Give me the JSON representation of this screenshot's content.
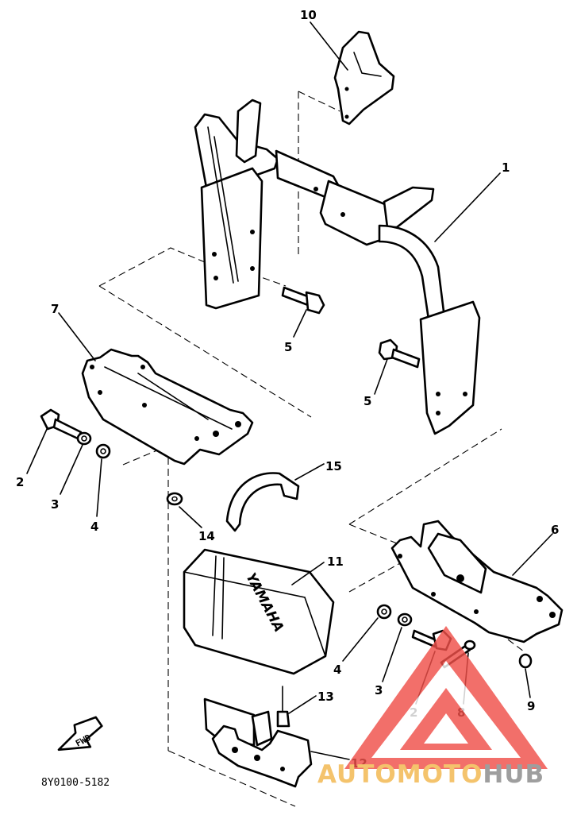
{
  "diagram": {
    "callouts": [
      "10",
      "1",
      "5",
      "5",
      "7",
      "2",
      "3",
      "4",
      "15",
      "14",
      "11",
      "6",
      "4",
      "3",
      "2",
      "8",
      "9",
      "13",
      "12"
    ],
    "part_code": "8Y0100-5182",
    "forward_arrow_label": "FWD",
    "box_emboss": "YAMAHA"
  },
  "watermark": {
    "part1": "AUTO",
    "part2": "MOTO",
    "part3": "HUB",
    "colors": {
      "triangle": "#f0504a",
      "auto": "#f4c36c",
      "moto": "#f4c36c",
      "hub": "#9e9e9e"
    }
  }
}
